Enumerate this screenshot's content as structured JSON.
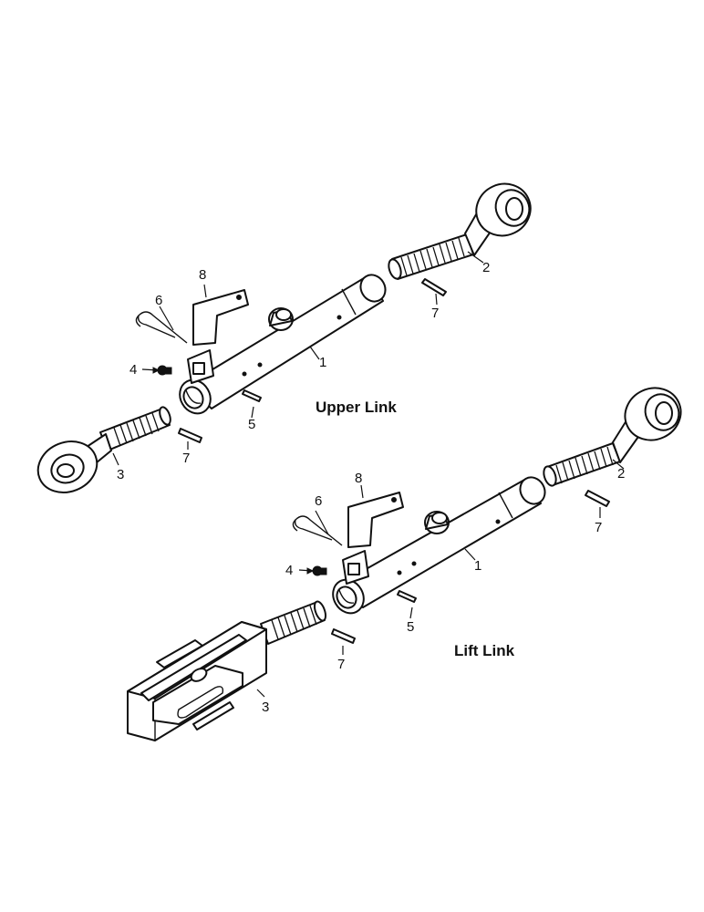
{
  "upper_link": {
    "title": "Upper Link",
    "callouts": [
      "1",
      "2",
      "3",
      "4",
      "5",
      "6",
      "7",
      "7",
      "8"
    ]
  },
  "lift_link": {
    "title": "Lift Link",
    "callouts": [
      "1",
      "2",
      "3",
      "4",
      "5",
      "6",
      "7",
      "7",
      "8"
    ]
  }
}
